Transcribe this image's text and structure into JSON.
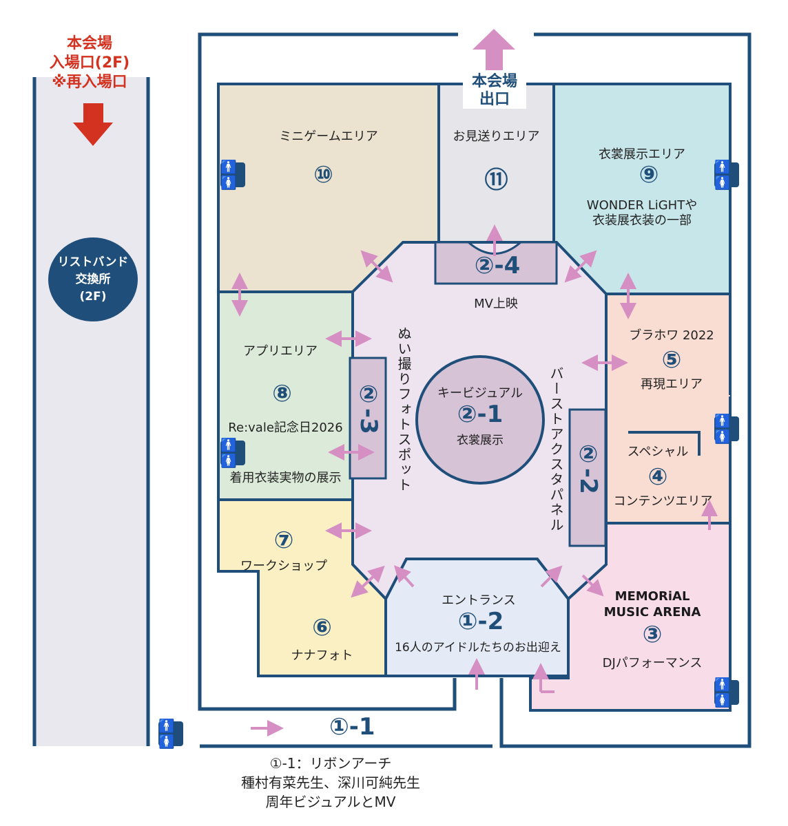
{
  "entrance": {
    "line1": "本会場",
    "line2": "入場口(2F)",
    "line3": "※再入場口"
  },
  "wristband": {
    "line1": "リストバンド",
    "line2": "交換所",
    "line3": "(2F)"
  },
  "exit": {
    "line1": "本会場",
    "line2": "出口"
  },
  "areas": {
    "a10": {
      "name": "ミニゲームエリア",
      "num": "⑩"
    },
    "a11": {
      "name": "お見送りエリア",
      "num": "⑪"
    },
    "a9": {
      "name": "衣裳展示エリア",
      "num": "⑨",
      "desc1": "WONDER LiGHTや",
      "desc2": "衣装展衣装の一部"
    },
    "a8": {
      "name": "アプリエリア",
      "num": "⑧",
      "desc1": "Re:vale記念日2026",
      "desc2": "着用衣装実物の展示"
    },
    "a7": {
      "num": "⑦",
      "name": "ワークショップ"
    },
    "a6": {
      "num": "⑥",
      "name": "ナナフォト"
    },
    "a5": {
      "name": "ブラホワ 2022",
      "num": "⑤",
      "desc": "再現エリア"
    },
    "a4": {
      "name": "スペシャル",
      "num": "④",
      "desc": "コンテンツエリア"
    },
    "a3": {
      "name1": "MEMORiAL",
      "name2": "MUSIC ARENA",
      "num": "③",
      "desc": "DJパフォーマンス"
    },
    "a12": {
      "name": "エントランス",
      "num": "①-2",
      "desc": "16人のアイドルたちのお出迎え"
    },
    "a24": {
      "num": "②-4",
      "desc": "MV上映"
    },
    "a21": {
      "name": "キービジュアル",
      "num": "②-1",
      "desc": "衣裳展示"
    },
    "a23": {
      "num": "②-3",
      "vert": "ぬい撮りフォトスポット"
    },
    "a22": {
      "num": "②-2",
      "vert": "バーストアクスタパネル"
    },
    "a11path": {
      "num": "①-1"
    }
  },
  "restroom_icon": "🚹🚺",
  "note": {
    "line1": "①-1：リボンアーチ",
    "line2": "種村有菜先生、深川可純先生",
    "line3": "周年ビジュアルとMV"
  },
  "colors": {
    "navy": "#1e4e79",
    "red": "#d2321f",
    "pink_arrow": "#d68fc2"
  }
}
